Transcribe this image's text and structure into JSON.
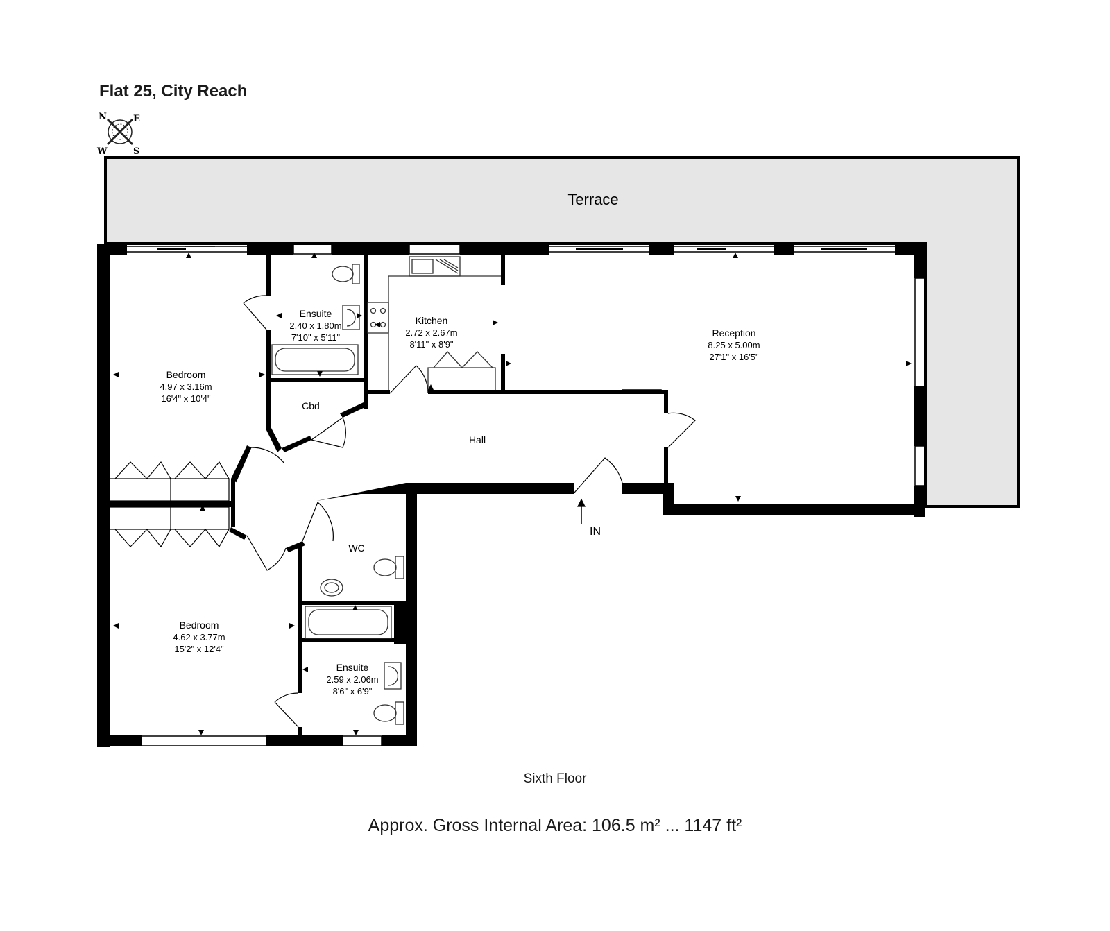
{
  "property": {
    "title": "Flat 25, City Reach"
  },
  "compass": {
    "n": "N",
    "e": "E",
    "w": "W",
    "s": "S"
  },
  "rooms": {
    "terrace": {
      "name": "Terrace"
    },
    "bedroom1": {
      "name": "Bedroom",
      "metric": "4.97 x 3.16m",
      "imperial": "16'4\" x 10'4\""
    },
    "ensuite1": {
      "name": "Ensuite",
      "metric": "2.40 x 1.80m",
      "imperial": "7'10\" x 5'11\""
    },
    "kitchen": {
      "name": "Kitchen",
      "metric": "2.72 x 2.67m",
      "imperial": "8'11\" x 8'9\""
    },
    "reception": {
      "name": "Reception",
      "metric": "8.25 x 5.00m",
      "imperial": "27'1\" x 16'5\""
    },
    "cbd": {
      "name": "Cbd"
    },
    "hall": {
      "name": "Hall"
    },
    "wc": {
      "name": "WC"
    },
    "bedroom2": {
      "name": "Bedroom",
      "metric": "4.62 x 3.77m",
      "imperial": "15'2\" x 12'4\""
    },
    "ensuite2": {
      "name": "Ensuite",
      "metric": "2.59 x 2.06m",
      "imperial": "8'6\" x 6'9\""
    }
  },
  "entrance": {
    "label": "IN"
  },
  "floor": {
    "label": "Sixth Floor"
  },
  "area": {
    "label": "Approx. Gross Internal Area: 106.5 m² ... 1147 ft²"
  },
  "colors": {
    "wall": "#000000",
    "terrace": "#e6e6e6",
    "fixture": "#555555"
  }
}
